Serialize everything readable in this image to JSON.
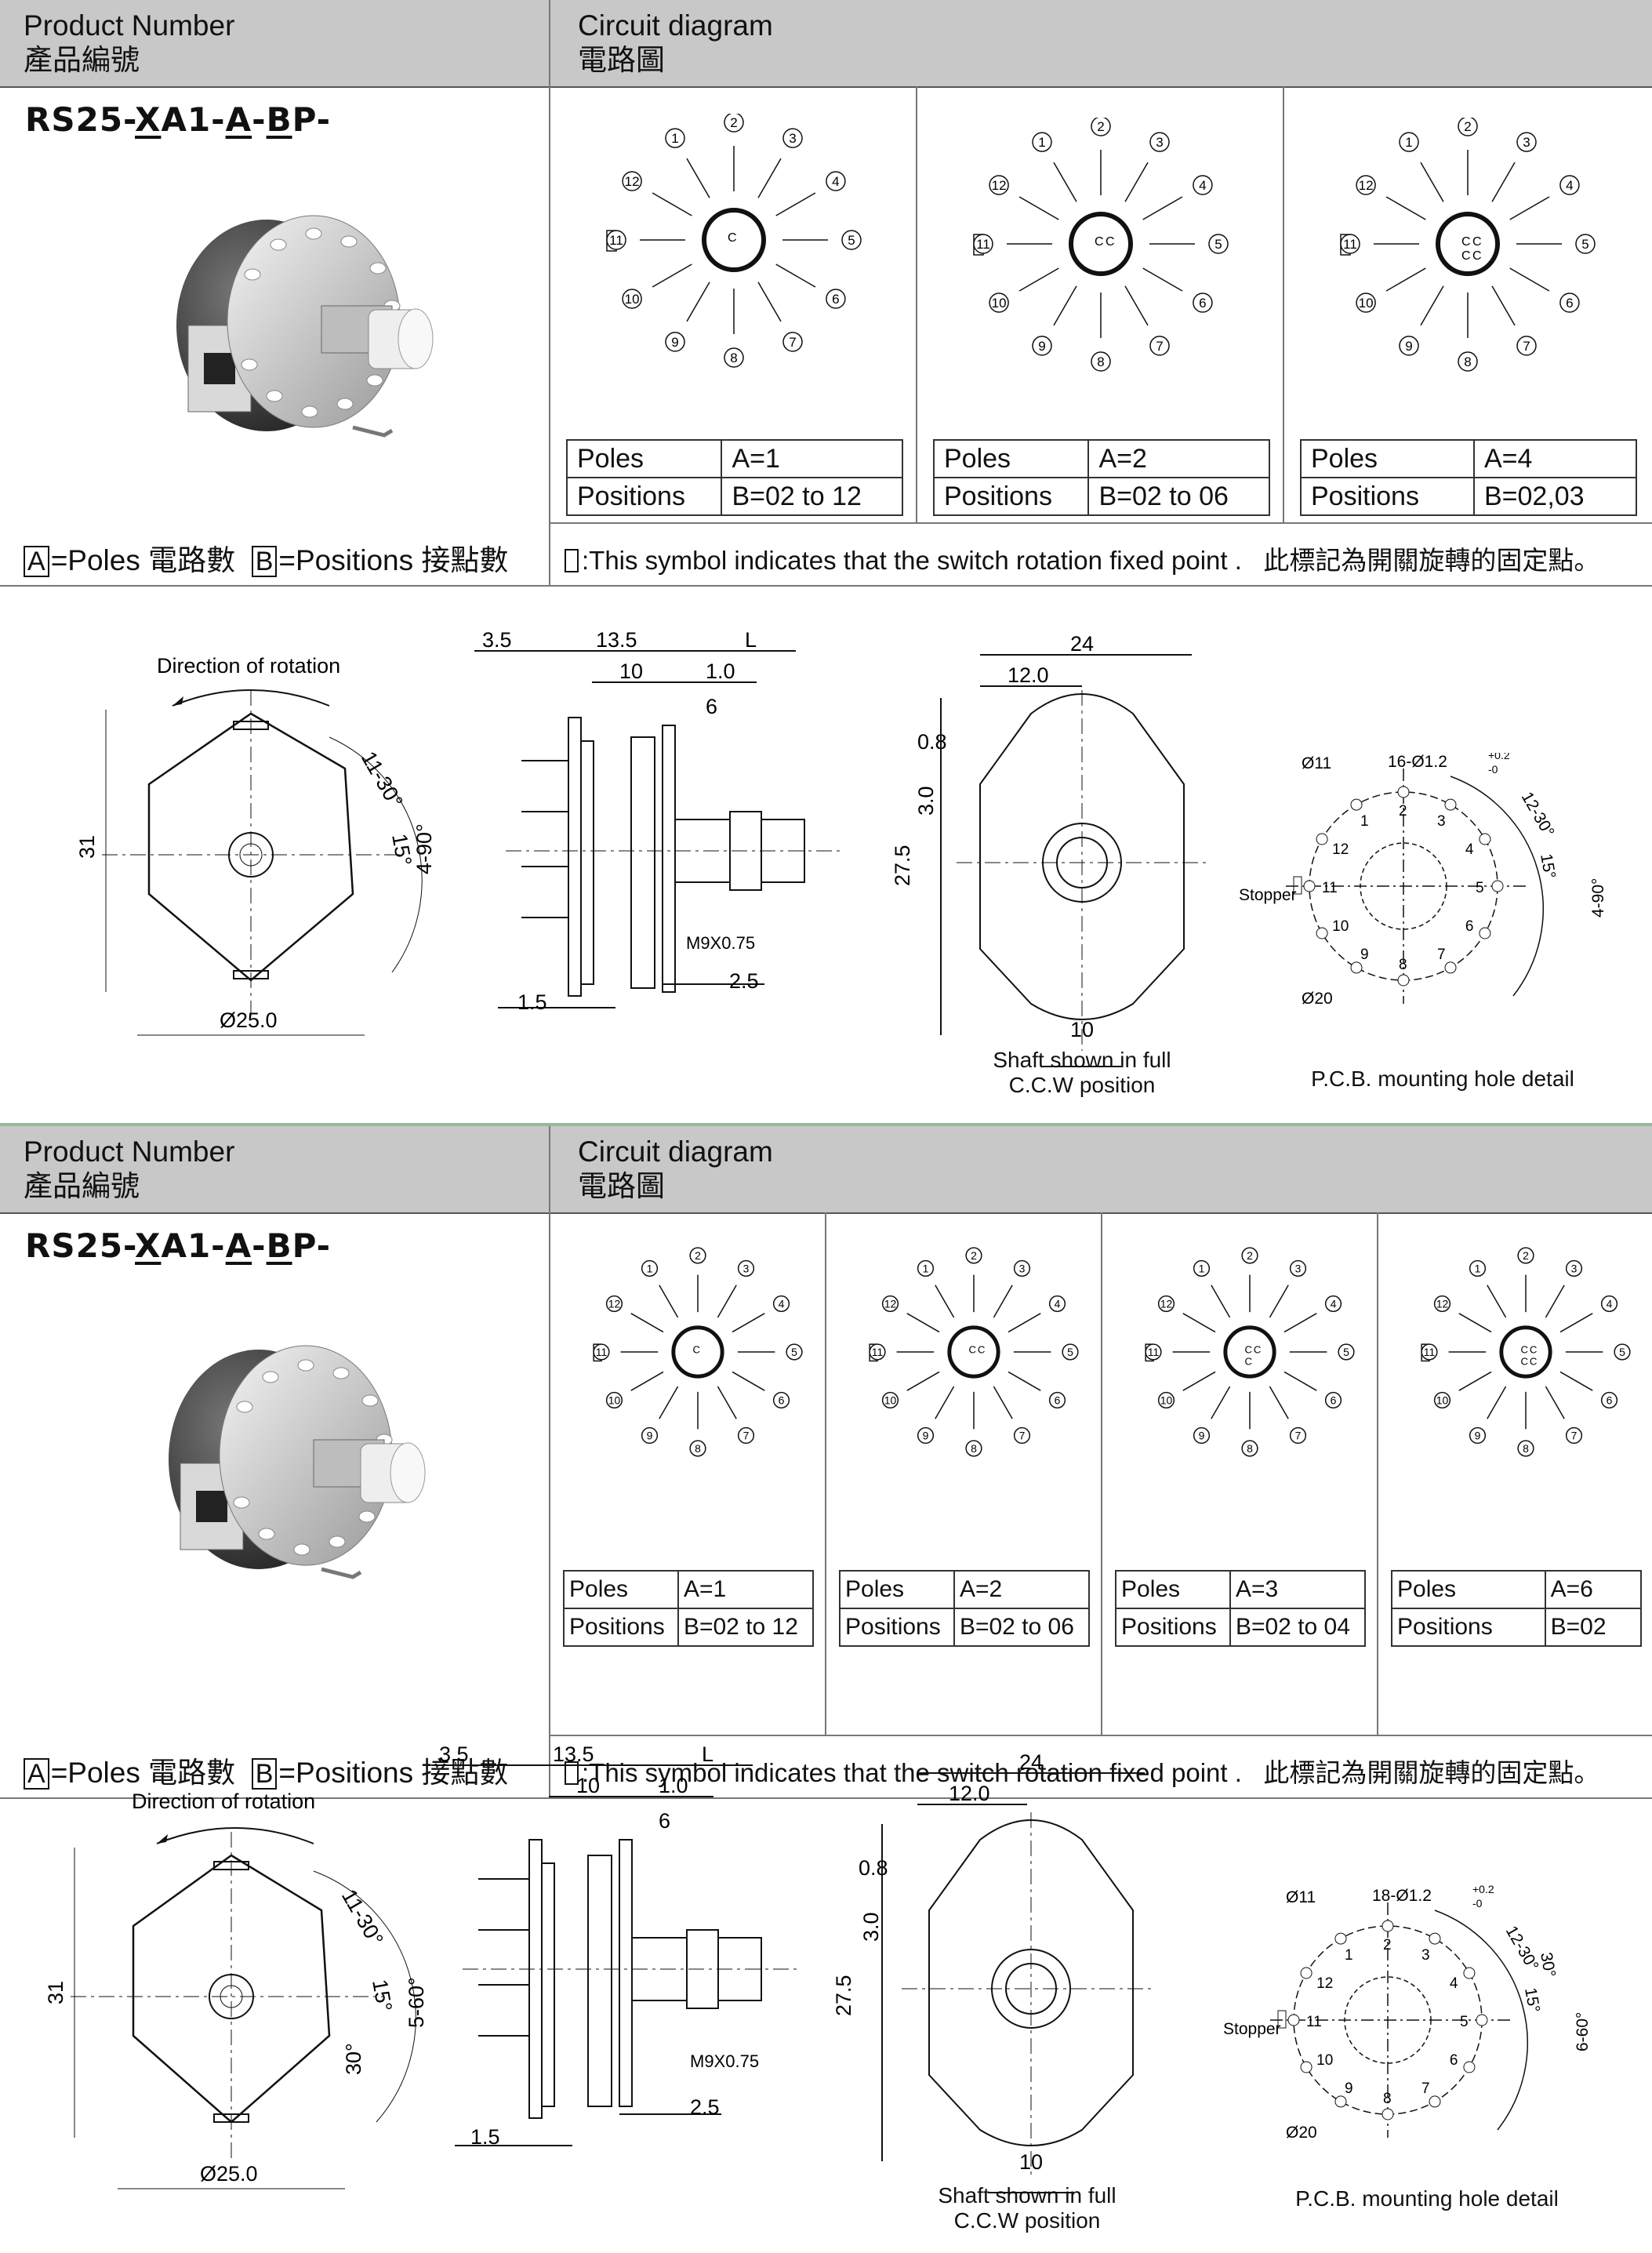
{
  "header": {
    "product_number_en": "Product Number",
    "product_number_zh": "產品編號",
    "circuit_en": "Circuit diagram",
    "circuit_zh": "電路圖"
  },
  "part_number": {
    "prefix": "RS25-",
    "x": "X",
    "mid1": "A1-",
    "a": "A",
    "dash": "-",
    "b": "B",
    "suffix": "P-"
  },
  "legend": {
    "a_box": "A",
    "a_text": "=Poles 電路數",
    "b_box": "B",
    "b_text": "=Positions 接點數",
    "symbol_text": ":This symbol indicates that the switch rotation fixed point .",
    "symbol_text_zh": "此標記為開關旋轉的固定點。"
  },
  "table_labels": {
    "poles": "Poles",
    "positions": "Positions"
  },
  "section1": {
    "tables": [
      {
        "poles": "A=1",
        "positions": "B=02 to 12"
      },
      {
        "poles": "A=2",
        "positions": "B=02 to 06"
      },
      {
        "poles": "A=4",
        "positions": "B=02,03"
      }
    ],
    "drawing": {
      "direction": "Direction of rotation",
      "dia": "Ø25.0",
      "h31": "31",
      "a1": "11-30°",
      "a2": "15°",
      "a3": "4-90°",
      "d35": "3.5",
      "d135": "13.5",
      "dL": "L",
      "d10": "10",
      "d1": "1.0",
      "d6": "6",
      "thread": "M9X0.75",
      "d25": "2.5",
      "d15": "1.5",
      "w24": "24",
      "w12": "12.0",
      "w08": "0.8",
      "w30": "3.0",
      "h275": "27.5",
      "w10": "10",
      "shaft1": "Shaft shown in full",
      "shaft2": "C.C.W position",
      "pcb_d11": "Ø11",
      "pcb_holes": "16-Ø1.2",
      "pcb_tol_up": "+0.2",
      "pcb_tol_dn": "-0",
      "pcb_a1": "12-30°",
      "pcb_a2": "15°",
      "pcb_a3": "4-90°",
      "stopper": "Stopper",
      "pcb_d20": "Ø20",
      "pcb_caption": "P.C.B.  mounting hole detail"
    }
  },
  "section2": {
    "tables": [
      {
        "poles": "A=1",
        "positions": "B=02 to 12"
      },
      {
        "poles": "A=2",
        "positions": "B=02 to 06"
      },
      {
        "poles": "A=3",
        "positions": "B=02 to 04"
      },
      {
        "poles": "A=6",
        "positions": "B=02"
      }
    ],
    "drawing": {
      "direction": "Direction of rotation",
      "dia": "Ø25.0",
      "h31": "31",
      "a1": "11-30°",
      "a2": "15°",
      "a3": "5-60°",
      "a4": "30°",
      "d35": "3.5",
      "d135": "13.5",
      "dL": "L",
      "d10": "10",
      "d1": "1.0",
      "d6": "6",
      "thread": "M9X0.75",
      "d25": "2.5",
      "d15": "1.5",
      "w24": "24",
      "w12": "12.0",
      "w08": "0.8",
      "w30": "3.0",
      "h275": "27.5",
      "w10": "10",
      "shaft1": "Shaft shown in full",
      "shaft2": "C.C.W position",
      "pcb_d11": "Ø11",
      "pcb_holes": "18-Ø1.2",
      "pcb_tol_up": "+0.2",
      "pcb_tol_dn": "-0",
      "pcb_a1": "12-30°",
      "pcb_a2": "15°",
      "pcb_a3": "30°",
      "pcb_a4": "6-60°",
      "stopper": "Stopper",
      "pcb_d20": "Ø20",
      "pcb_caption": "P.C.B.  mounting hole detail"
    }
  },
  "circle_labels": [
    "1",
    "2",
    "3",
    "4",
    "5",
    "6",
    "7",
    "8",
    "9",
    "10",
    "11",
    "12"
  ],
  "common_label": "C",
  "dial_labels": [
    "1",
    "2",
    "3",
    "4",
    "5",
    "6",
    "7",
    "8",
    "9",
    "10",
    "11",
    "12"
  ]
}
